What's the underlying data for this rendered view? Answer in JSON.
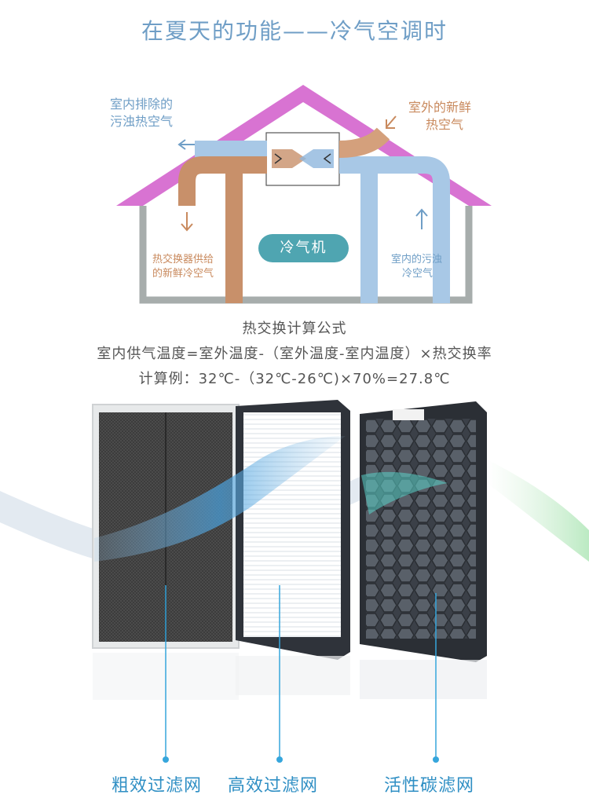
{
  "title": "在夏天的功能——冷气空调时",
  "diagram": {
    "exhaust_label_line1": "室内排除的",
    "exhaust_label_line2": "污浊热空气",
    "fresh_label_line1": "室外的新鲜",
    "fresh_label_line2": "热空气",
    "supply_label_line1": "热交换器供给",
    "supply_label_line2": "的新鲜冷空气",
    "indoor_label_line1": "室内的污浊",
    "indoor_label_line2": "冷空气",
    "ac_label": "冷气机"
  },
  "formula": {
    "heading": "热交换计算公式",
    "equation": "室内供气温度=室外温度-（室外温度-室内温度）×热交换率",
    "example": "计算例：32℃-（32℃-26℃)×70%=27.8℃"
  },
  "filters": [
    {
      "label": "粗效过滤网"
    },
    {
      "label": "高效过滤网"
    },
    {
      "label": "活性碳滤网"
    }
  ],
  "colors": {
    "title": "#6f9ec6",
    "roof": "#d873d2",
    "warm_pipe": "#c8906a",
    "cool_pipe": "#8fb7dd",
    "ac_badge": "#4fa5b1",
    "filter_label": "#2f8fc4"
  }
}
